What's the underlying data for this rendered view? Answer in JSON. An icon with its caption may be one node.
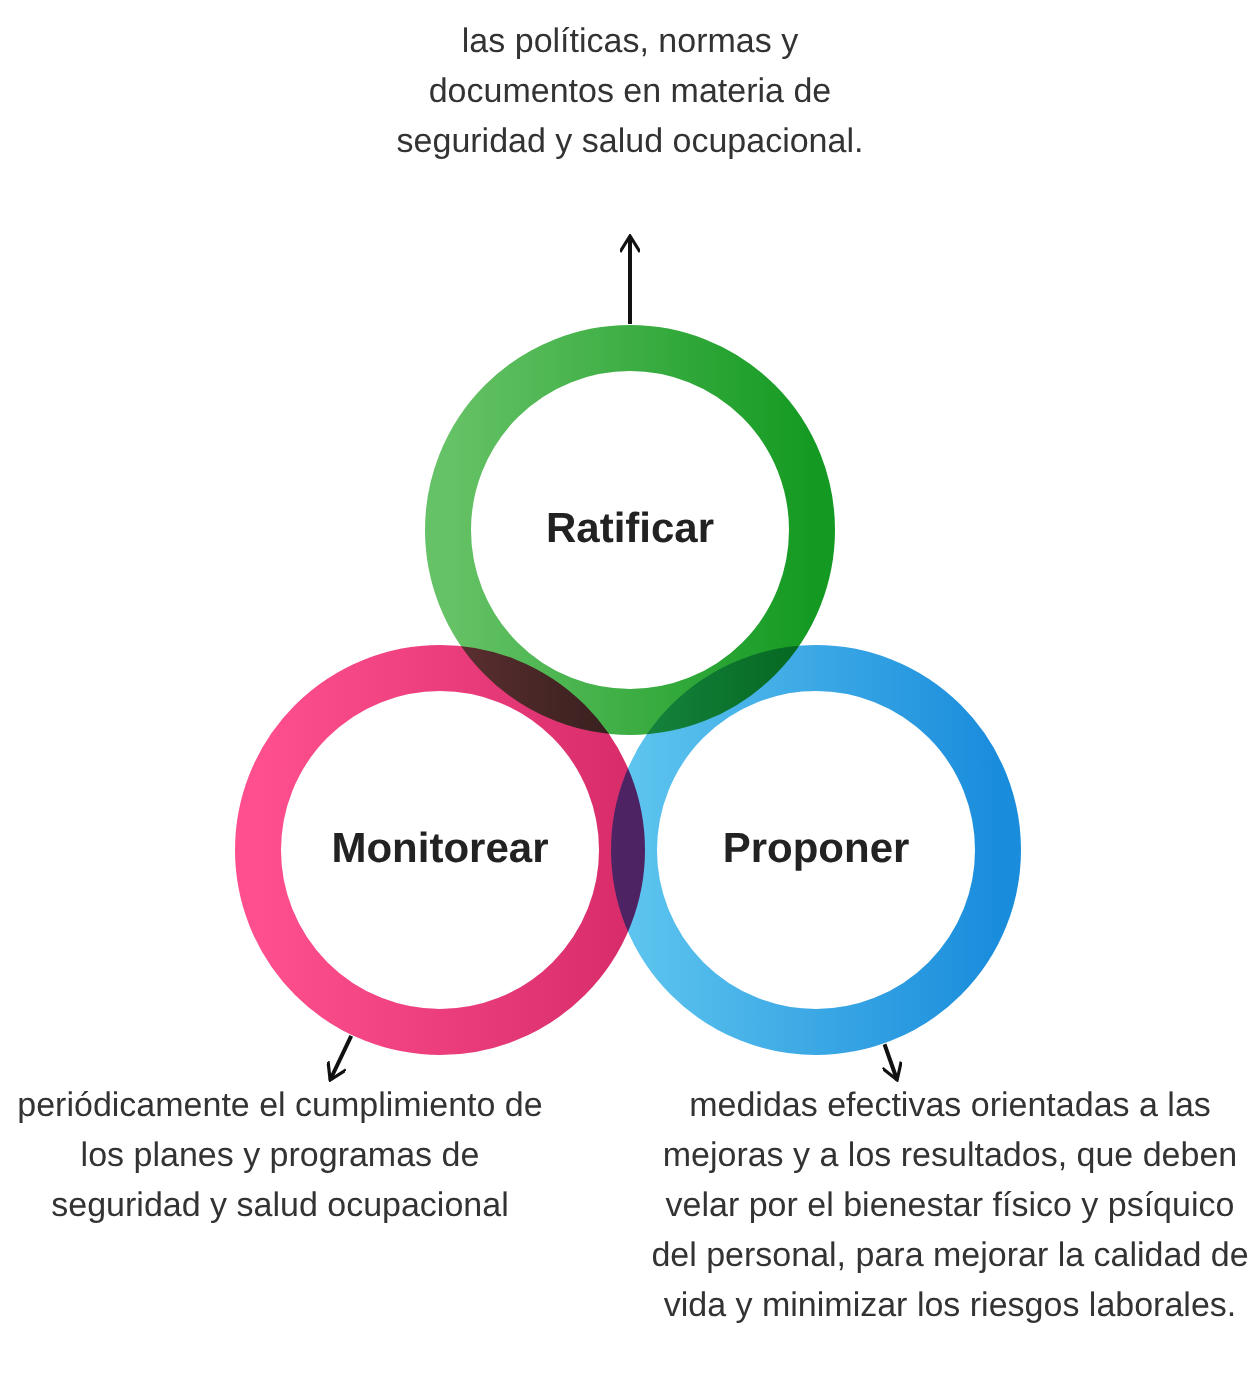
{
  "diagram": {
    "nodes": [
      {
        "text": [
          "las políticas, normas y documentos en materia de seguridad y salud ocupacional."
        ]
      },
      {
        "text": [
          "Ratificar"
        ]
      },
      {
        "text": [
          "Monitorear"
        ]
      },
      {
        "text": [
          "Proponer"
        ]
      },
      {
        "text": [
          "periódicamente el cumplimiento de los planes y programas de seguridad y salud ocupacional"
        ]
      },
      {
        "text": [
          "medidas efectivas orientadas a las mejoras y a los resultados, que deben velar por el bienestar físico y psíquico del personal, para mejorar la calidad de vida y minimizar los riesgos laborales."
        ]
      }
    ],
    "edges": [
      {
        "from": 1,
        "to": 0,
        "arrow": "to"
      },
      {
        "from": 2,
        "to": 4,
        "arrow": "to"
      },
      {
        "from": 3,
        "to": 5,
        "arrow": "to"
      }
    ]
  }
}
